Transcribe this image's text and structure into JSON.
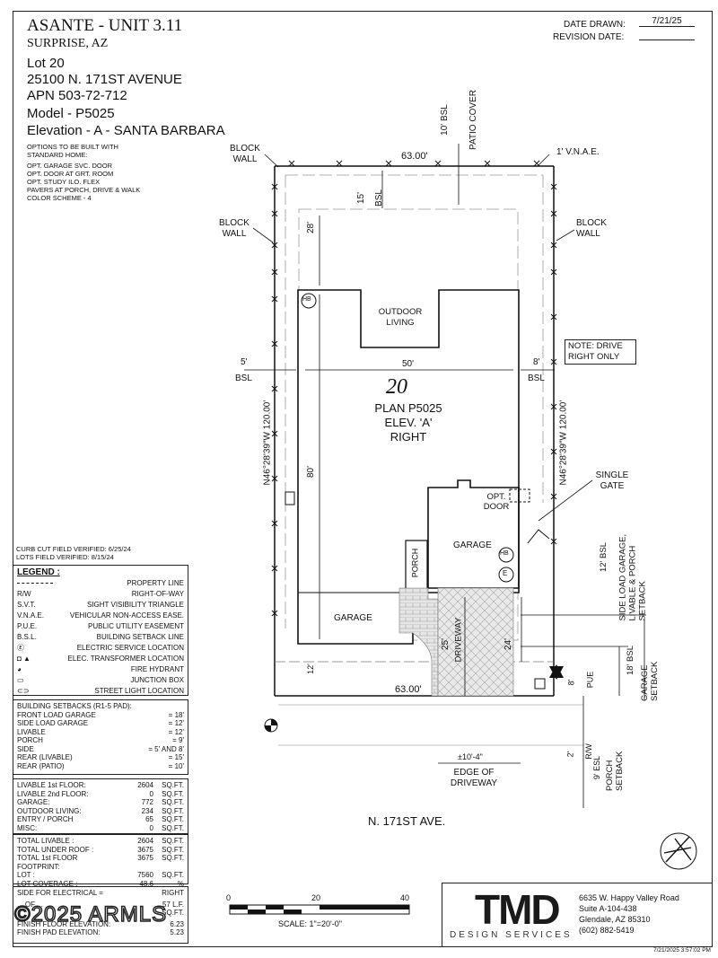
{
  "header": {
    "project": "ASANTE - UNIT 3.11",
    "city": "SURPRISE, AZ",
    "lot": "Lot  20",
    "address": "25100 N. 171ST AVENUE",
    "apn": "APN 503-72-712",
    "model": "Model - P5025",
    "elevation": "Elevation - A - SANTA BARBARA",
    "options_title": "OPTIONS TO BE BUILT WITH",
    "options_subtitle": "STANDARD HOME:",
    "options": [
      "OPT. GARAGE SVC. DOOR",
      "OPT. DOOR AT GRT. ROOM",
      "OPT. STUDY ILO. FLEX",
      "PAVERS AT PORCH, DRIVE & WALK",
      "COLOR SCHEME - 4"
    ]
  },
  "dates": {
    "drawn_label": "DATE DRAWN:",
    "drawn_value": "7/21/25",
    "revision_label": "REVISION DATE:",
    "revision_value": ""
  },
  "plan": {
    "lot_number": "20",
    "plan_name": "PLAN P5025",
    "elev": "ELEV. 'A'",
    "hand": "RIGHT",
    "top_width": "63.00'",
    "bottom_width": "63.00'",
    "house_width": "50'",
    "house_depth": "80'",
    "rear_setback": "28'",
    "rear_bsl": "15'",
    "rear_bsl_label": "BSL",
    "patio_bsl": "10' BSL",
    "patio_cover": "PATIO COVER",
    "vnae": "1' V.N.A.E.",
    "block_wall": "BLOCK WALL",
    "left_setback": "5'",
    "right_setback": "8'",
    "bsl": "BSL",
    "left_bearing": "N46°28'39\"W 120.00'",
    "right_bearing": "N46°28'39\"W 120.00'",
    "outdoor_living": "OUTDOOR LIVING",
    "garage": "GARAGE",
    "porch": "PORCH",
    "driveway": "DRIVEWAY",
    "opt_door": "OPT. DOOR",
    "single_gate": "SINGLE GATE",
    "hb": "HB",
    "e": "E",
    "note": "NOTE: DRIVE RIGHT ONLY",
    "front_setback": "12'",
    "driveway_len": "25'",
    "garage_front": "24'",
    "side_bsl": "12' BSL",
    "side_setback_text": "SIDE LOAD GARAGE, LIVABLE & PORCH SETBACK",
    "garage_bsl": "18' BSL",
    "garage_setback": "GARAGE SETBACK",
    "pue_dim": "8'",
    "pue": "PUE",
    "rw_dim": "2'",
    "rw": "R/W",
    "esl": "9' ESL",
    "porch_setback": "PORCH SETBACK",
    "edge_dim": "±10'-4\"",
    "edge_of_driveway": "EDGE OF DRIVEWAY",
    "street": "N. 171ST AVE."
  },
  "verified": {
    "curb": "CURB CUT FIELD VERIFIED: 6/25/24",
    "lots": "LOTS FIELD VERIFIED: 8/15/24"
  },
  "legend": {
    "title": "LEGEND :",
    "rows": [
      {
        "sym": "",
        "label": "PROPERTY LINE"
      },
      {
        "sym": "R/W",
        "label": "RIGHT-OF-WAY"
      },
      {
        "sym": "S.V.T.",
        "label": "SIGHT VISIBILITY TRIANGLE"
      },
      {
        "sym": "V.N.A.E.",
        "label": "VEHICULAR NON-ACCESS EASE."
      },
      {
        "sym": "P.U.E.",
        "label": "PUBLIC UTILITY EASEMENT"
      },
      {
        "sym": "B.S.L.",
        "label": "BUILDING SETBACK LINE"
      },
      {
        "sym": "Ⓔ",
        "label": "ELECTRIC SERVICE LOCATION"
      },
      {
        "sym": "◘ ▲",
        "label": "ELEC. TRANSFORMER LOCATION"
      },
      {
        "sym": "◕",
        "label": "FIRE HYDRANT"
      },
      {
        "sym": "▭",
        "label": "JUNCTION BOX"
      },
      {
        "sym": "⊂⊃",
        "label": "STREET LIGHT LOCATION"
      }
    ]
  },
  "setbacks": {
    "title": "BUILDING SETBACKS (R1-5 PAD):",
    "rows": [
      {
        "k": "FRONT LOAD GARAGE",
        "v": "= 18'"
      },
      {
        "k": "SIDE LOAD GARAGE",
        "v": "= 12'"
      },
      {
        "k": "LIVABLE",
        "v": "= 12'"
      },
      {
        "k": "PORCH",
        "v": "= 9'"
      },
      {
        "k": "SIDE",
        "v": "= 5' AND 8'"
      },
      {
        "k": "REAR (LIVABLE)",
        "v": "= 15'"
      },
      {
        "k": "REAR (PATIO)",
        "v": "= 10'"
      }
    ]
  },
  "areas": {
    "rows": [
      {
        "k": "LIVABLE 1st FLOOR:",
        "v": "2604",
        "u": "SQ.FT."
      },
      {
        "k": "LIVABLE 2nd FLOOR:",
        "v": "0",
        "u": "SQ.FT."
      },
      {
        "k": "GARAGE:",
        "v": "772",
        "u": "SQ.FT."
      },
      {
        "k": "OUTDOOR LIVING:",
        "v": "234",
        "u": "SQ.FT."
      },
      {
        "k": "ENTRY / PORCH",
        "v": "65",
        "u": "SQ.FT."
      },
      {
        "k": "MISC:",
        "v": "0",
        "u": "SQ.FT."
      }
    ]
  },
  "totals": {
    "rows": [
      {
        "k": "TOTAL LIVABLE :",
        "v": "2604",
        "u": "SQ.FT."
      },
      {
        "k": "TOTAL UNDER ROOF :",
        "v": "3675",
        "u": "SQ.FT."
      },
      {
        "k": "TOTAL 1st FLOOR FOOTPRINT:",
        "v": "3675",
        "u": "SQ.FT."
      },
      {
        "k": "LOT :",
        "v": "7560",
        "u": "SQ.FT."
      },
      {
        "k": "LOT COVERAGE :",
        "v": "48.6",
        "u": "%"
      }
    ]
  },
  "electrical": {
    "side_label": "SIDE FOR ELECTRICAL =",
    "side_value": "RIGHT",
    "partial1_label": "... OF ...",
    "partial1_value": "57 L.F.",
    "partial2_value": "SQ.FT.",
    "ffe_label": "FINISH FLOOR ELEVATION:",
    "ffe_value": "6.23",
    "fpe_label": "FINISH PAD ELEVATION:",
    "fpe_value": "5.23"
  },
  "scale": {
    "ticks": [
      "0",
      "20",
      "40"
    ],
    "label": "SCALE:  1\"=20'-0\""
  },
  "company": {
    "logo": "TMD",
    "subtitle": "DESIGN SERVICES",
    "addr1": "6635 W. Happy Valley Road",
    "addr2": "Suite A-104-438",
    "addr3": "Glendale, AZ 85310",
    "phone": "(602) 882-5419"
  },
  "watermark": "©2025 ARMLS",
  "timestamp": "7/21/2025 3:57:02 PM"
}
